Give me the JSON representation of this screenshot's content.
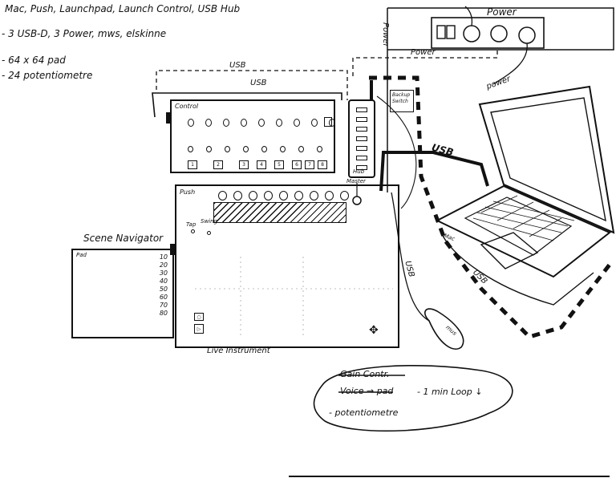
{
  "notes": {
    "line1": "Mac, Push, Launchpad, Launch Control, USB Hub",
    "line2": "- 3 USB-D, 3 Power, mws, elskinne",
    "line3": "- 64 x 64 pad",
    "line4": "- 24 potentiometre"
  },
  "power": {
    "title": "Power",
    "strip_label": "Power",
    "cable_label": "Power",
    "laptop_cable_label": "power"
  },
  "usb_labels": {
    "outer": "USB",
    "inner": "USB",
    "thick": "USB",
    "dashed": "USB",
    "mouse": "USB"
  },
  "control": {
    "title": "Control",
    "buttons": [
      "1",
      "2",
      "3",
      "4",
      "5",
      "6",
      "7",
      "8"
    ]
  },
  "hub": {
    "label": "Backup Switch",
    "bottom_label": "Hub"
  },
  "push": {
    "title": "Push",
    "tap_label": "Tap",
    "swing_label": "Swing",
    "footer": "Live Instrument",
    "master_label": "Master"
  },
  "scene": {
    "title": "Scene Navigator",
    "pad_label": "Pad",
    "numbers": [
      "10",
      "20",
      "30",
      "40",
      "50",
      "60",
      "70",
      "80"
    ]
  },
  "laptop": {
    "label": "Mac"
  },
  "mouse": {
    "label": "mus"
  },
  "loop": {
    "item1": "Gain Contr.",
    "item2": "Voice → pad",
    "item3": "- potentiometre",
    "side": "- 1 min Loop ↓"
  }
}
